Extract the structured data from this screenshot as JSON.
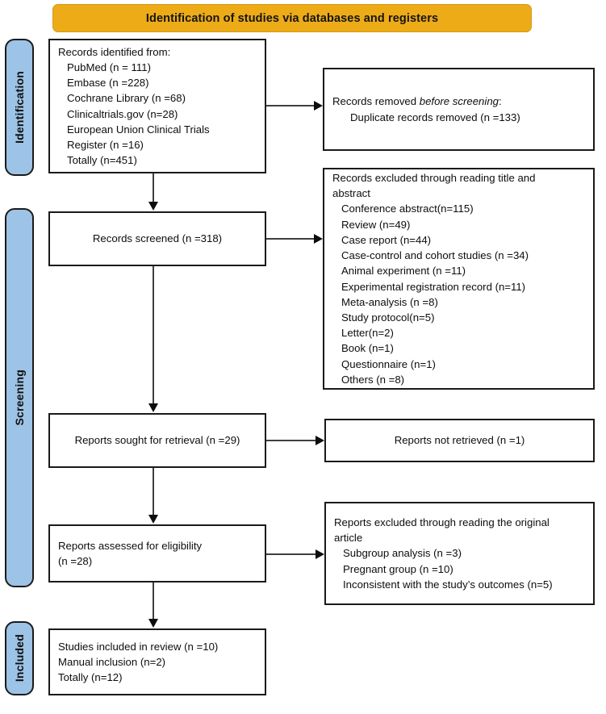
{
  "banner": {
    "title": "Identification of studies via databases and registers",
    "color": "#edab18"
  },
  "stages": [
    {
      "id": "identification",
      "label": "Identification",
      "color": "#9dc3e6"
    },
    {
      "id": "screening",
      "label": "Screening",
      "color": "#9dc3e6"
    },
    {
      "id": "included",
      "label": "Included",
      "color": "#9dc3e6"
    }
  ],
  "boxes": {
    "records_identified": {
      "name": "records-identified-box",
      "lines": [
        "Records identified from:",
        "PubMed (n = 111)",
        "Embase (n =228)",
        "Cochrane Library (n =68)",
        "Clinicaltrials.gov (n=28)",
        "European Union Clinical Trials",
        "Register (n =16)",
        "Totally (n=451)"
      ]
    },
    "records_removed": {
      "name": "records-removed-box",
      "lines": [
        "Records removed before screening:",
        "Duplicate records removed (n =133)"
      ],
      "italic_phrase": "before screening",
      "line_1_pre": "Records removed ",
      "line_1_italic": "before screening",
      "line_1_post": ":",
      "line_2": "Duplicate records removed (n =133)"
    },
    "records_screened": {
      "name": "records-screened-box",
      "lines": [
        "Records screened (n =318)"
      ]
    },
    "records_excluded": {
      "name": "records-excluded-box",
      "lines": [
        "Records excluded through reading title and",
        "abstract",
        "Conference abstract(n=115)",
        "Review (n=49)",
        "Case report (n=44)",
        "Case-control and cohort studies (n =34)",
        "Animal experiment (n =11)",
        "Experimental registration record (n=11)",
        "Meta-analysis (n =8)",
        "Study protocol(n=5)",
        "Letter(n=2)",
        "Book (n=1)",
        "Questionnaire (n=1)",
        "Others (n =8)"
      ]
    },
    "reports_sought": {
      "name": "reports-sought-box",
      "lines": [
        "Reports sought for retrieval (n =29)"
      ]
    },
    "reports_not_retrieved": {
      "name": "reports-not-retrieved-box",
      "lines": [
        "Reports not retrieved (n =1)"
      ]
    },
    "reports_assessed": {
      "name": "reports-assessed-box",
      "lines": [
        "Reports assessed for eligibility",
        "(n =28)"
      ]
    },
    "reports_excluded": {
      "name": "reports-excluded-box",
      "lines": [
        "Reports excluded through reading the original",
        "article",
        "Subgroup analysis (n =3)",
        "Pregnant group (n =10)",
        "Inconsistent with the study’s outcomes (n=5)"
      ]
    },
    "studies_included": {
      "name": "studies-included-box",
      "lines": [
        "Studies included in review (n =10)",
        "Manual inclusion (n=2)",
        "Totally (n=12)"
      ]
    }
  }
}
